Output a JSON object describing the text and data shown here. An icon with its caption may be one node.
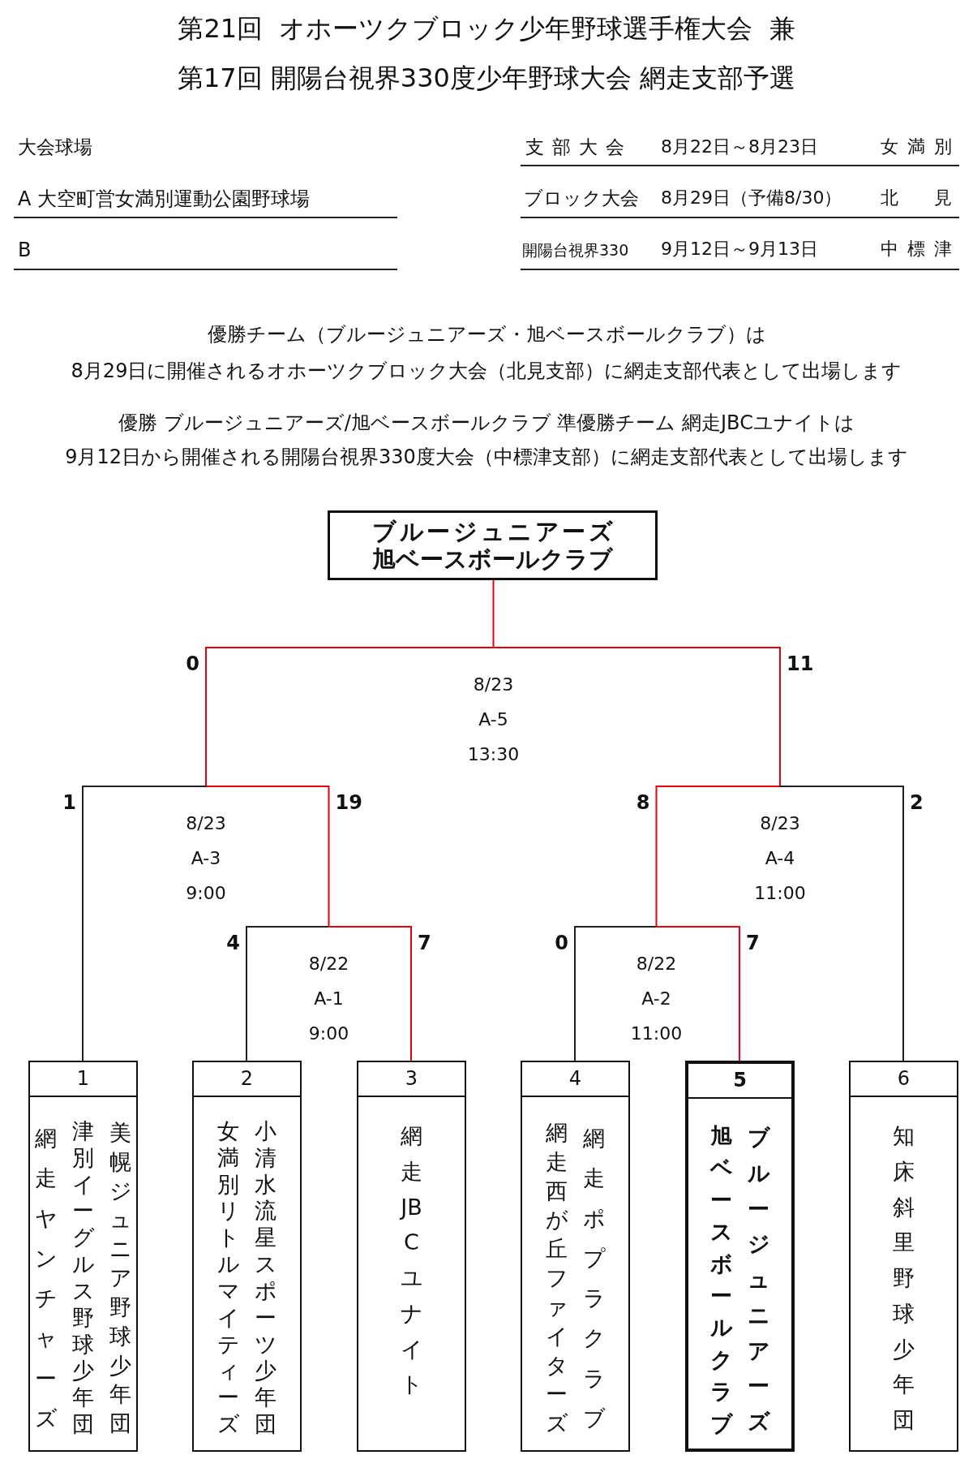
{
  "diagram": {
    "title": "第21回 オホーツクブロック少年野球選手権大会 兼",
    "nodes": [
      {
        "text": [
          "ブルージュニアーズ",
          "旭ベースボールクラブ"
        ]
      },
      {
        "text": [
          "8/23",
          "A-5",
          "13:30"
        ]
      },
      {
        "text": [
          "8/23",
          "A-3",
          "9:00"
        ]
      },
      {
        "text": [
          "8/23",
          "A-4",
          "11:00"
        ]
      },
      {
        "text": [
          "8/22",
          "A-1",
          "9:00"
        ]
      },
      {
        "text": [
          "8/22",
          "A-2",
          "11:00"
        ]
      },
      {
        "text": [
          "1",
          "網走ヤンチャーズ",
          "津別イーグルス野球少年団",
          "美幌ジュニア野球少年団"
        ]
      },
      {
        "text": [
          "2",
          "女満別リトルマイティーズ",
          "小清水流星スポーツ少年団"
        ]
      },
      {
        "text": [
          "3",
          "網走JBCユナイト"
        ]
      },
      {
        "text": [
          "4",
          "網走西が丘ファイターズ",
          "網走ポプラクラブ"
        ]
      },
      {
        "text": [
          "5",
          "旭ベースボールクラブ",
          "ブルージュニアーズ"
        ]
      },
      {
        "text": [
          "6",
          "知床斜里野球少年団"
        ]
      }
    ],
    "edges": [
      {
        "from": 1,
        "to": 0,
        "arrow": "none"
      },
      {
        "from": 2,
        "to": 1,
        "arrow": "none",
        "label": "0"
      },
      {
        "from": 3,
        "to": 1,
        "arrow": "none",
        "label": "11"
      },
      {
        "from": 6,
        "to": 2,
        "arrow": "none",
        "label": "1",
        "color": "#222222"
      },
      {
        "from": 4,
        "to": 2,
        "arrow": "none",
        "label": "19"
      },
      {
        "from": 5,
        "to": 3,
        "arrow": "none",
        "label": "8"
      },
      {
        "from": 11,
        "to": 3,
        "arrow": "none",
        "label": "2",
        "color": "#222222"
      },
      {
        "from": 7,
        "to": 4,
        "arrow": "none",
        "label": "4",
        "color": "#222222"
      },
      {
        "from": 8,
        "to": 4,
        "arrow": "none",
        "label": "7"
      },
      {
        "from": 9,
        "to": 5,
        "arrow": "none",
        "label": "0",
        "color": "#222222"
      },
      {
        "from": 10,
        "to": 5,
        "arrow": "none",
        "label": "7"
      }
    ],
    "labels": [
      "第17回 開陽台視界330度少年野球大会 網走支部予選",
      "大会球場",
      "A 大空町営女満別運動公園野球場",
      "B",
      "支部大会",
      "8月22日～8月23日",
      "女満別",
      "ブロック大会",
      "8月29日（予備8/30）",
      "北見",
      "開陽台視界330",
      "9月12日～9月13日",
      "中標津",
      "優勝チーム（ブルージュニアーズ・旭ベースボールクラブ）は",
      "8月29日に開催されるオホーツクブロック大会（北見支部）に網走支部代表として出場します",
      "優勝 ブルージュニアーズ/旭ベースボールクラブ 準優勝チーム 網走JBCユナイトは",
      "9月12日から開催される開陽台視界330度大会（中標津支部）に網走支部代表として出場します"
    ]
  }
}
